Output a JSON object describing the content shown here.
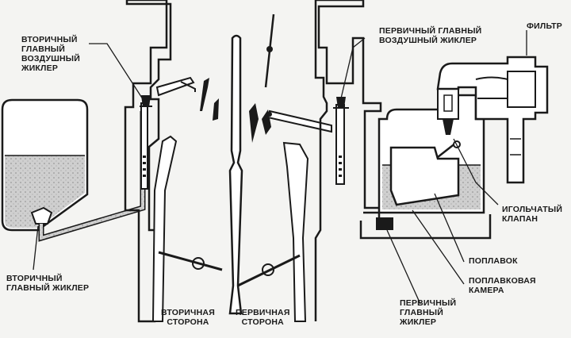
{
  "labels": {
    "secondary_air_jet": [
      "ВТОРИЧНЫЙ",
      "ГЛАВНЫЙ",
      "ВОЗДУШНЫЙ",
      "ЖИКЛЕР"
    ],
    "primary_air_jet": [
      "ПЕРВИЧНЫЙ ГЛАВНЫЙ",
      "ВОЗДУШНЫЙ ЖИКЛЕР"
    ],
    "filter": [
      "ФИЛЬТР"
    ],
    "needle_valve": [
      "ИГОЛЬЧАТЫЙ",
      "КЛАПАН"
    ],
    "float": [
      "ПОПЛАВОК"
    ],
    "float_chamber": [
      "ПОПЛАВКОВАЯ",
      "КАМЕРА"
    ],
    "primary_main_jet": [
      "ПЕРВИЧНЫЙ",
      "ГЛАВНЫЙ",
      "ЖИКЛЕР"
    ],
    "secondary_main_jet": [
      "ВТОРИЧНЫЙ",
      "ГЛАВНЫЙ ЖИКЛЕР"
    ],
    "secondary_side": [
      "ВТОРИЧНАЯ",
      "СТОРОНА"
    ],
    "primary_side": [
      "ПЕРВИЧНАЯ",
      "СТОРОНА"
    ]
  },
  "colors": {
    "ink": "#1a1a1a",
    "fuel": "#c9c9c9",
    "metal": "#ffffff",
    "background": "#f4f4f2"
  }
}
